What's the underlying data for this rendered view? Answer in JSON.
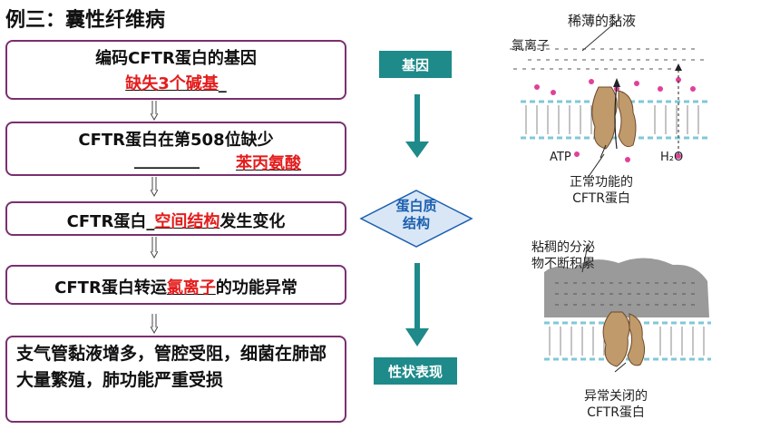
{
  "title": "例三：囊性纤维病",
  "boxes": {
    "b1": {
      "line1": "编码CFTR蛋白的基因",
      "answer": "缺失3个碱基",
      "tail": "_"
    },
    "b2": {
      "line1": "CFTR蛋白在第508位缺少",
      "blank": "________",
      "answer": "苯丙氨酸"
    },
    "b3": {
      "pre": "CFTR蛋白_",
      "answer": "空间结构",
      "post": "发生变化"
    },
    "b4": {
      "pre": "CFTR蛋白转运",
      "answer": "氯离子",
      "post": "的功能异常"
    },
    "b5": {
      "text": "支气管黏液增多，管腔受阻，细菌在肺部大量繁殖，肺功能严重受损"
    }
  },
  "mid": {
    "gene": "基因",
    "protein_line1": "蛋白质",
    "protein_line2": "结构",
    "trait": "性状表现"
  },
  "figure": {
    "mucus_thin": "稀薄的黏液",
    "chloride": "氯离子",
    "atp": "ATP",
    "h2o": "H₂O",
    "normal_line1": "正常功能的",
    "normal_line2": "CFTR蛋白",
    "thick_line1": "粘稠的分泌",
    "thick_line2": "物不断积累",
    "abnormal_line1": "异常关闭的",
    "abnormal_line2": "CFTR蛋白"
  },
  "colors": {
    "border": "#7a2f6e",
    "teal": "#1e8a8a",
    "red": "#e41c1c",
    "diamond": "#1b5fae"
  }
}
